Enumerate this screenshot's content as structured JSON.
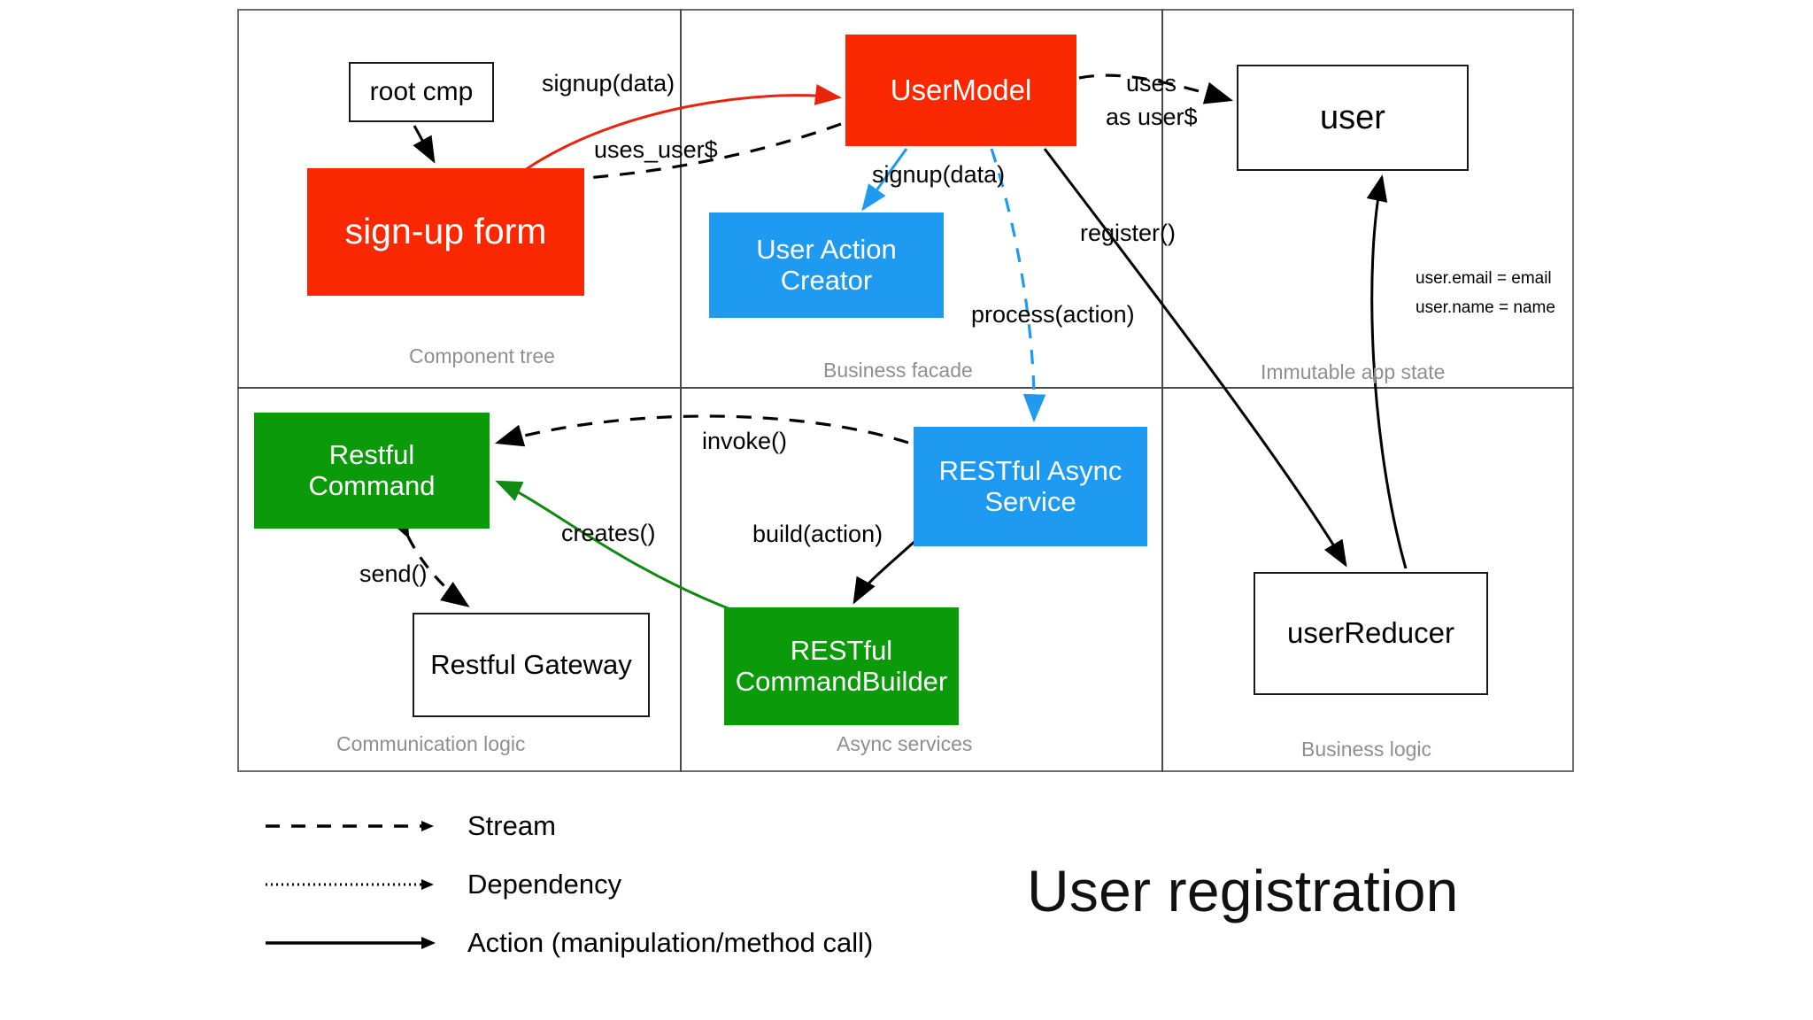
{
  "diagram": {
    "title": "User registration",
    "quadrants": [
      {
        "id": "component-tree",
        "label": "Component tree"
      },
      {
        "id": "business-facade",
        "label": "Business facade"
      },
      {
        "id": "immutable-state",
        "label": "Immutable app state"
      },
      {
        "id": "communication",
        "label": "Communication logic"
      },
      {
        "id": "async-services",
        "label": "Async services"
      },
      {
        "id": "business-logic",
        "label": "Business logic"
      }
    ],
    "nodes": [
      {
        "id": "root-cmp",
        "label": "root cmp",
        "style": "plain",
        "color": "#ffffff"
      },
      {
        "id": "signup-form",
        "label": "sign-up form",
        "style": "red",
        "color": "#fa2800"
      },
      {
        "id": "usermodel",
        "label": "UserModel",
        "style": "red",
        "color": "#fa2800"
      },
      {
        "id": "user-action-creator",
        "label": "User Action\nCreator",
        "style": "blue",
        "color": "#1e9bf0"
      },
      {
        "id": "user",
        "label": "user",
        "style": "plain",
        "color": "#ffffff"
      },
      {
        "id": "restful-command",
        "label": "Restful\nCommand",
        "style": "green",
        "color": "#0a9a0a"
      },
      {
        "id": "restful-gateway",
        "label": "Restful Gateway",
        "style": "plain",
        "color": "#ffffff"
      },
      {
        "id": "restful-async-service",
        "label": "RESTful Async\nService",
        "style": "blue",
        "color": "#1e9bf0"
      },
      {
        "id": "restful-command-builder",
        "label": "RESTful\nCommandBuilder",
        "style": "green",
        "color": "#0a9a0a"
      },
      {
        "id": "user-reducer",
        "label": "userReducer",
        "style": "plain",
        "color": "#ffffff"
      }
    ],
    "edges": [
      {
        "id": "signup-top",
        "label": "signup(data)",
        "from": "signup-form",
        "to": "usermodel",
        "kind": "action",
        "color": "#e8240c"
      },
      {
        "id": "uses-user",
        "label": "uses_user$",
        "from": "usermodel",
        "to": "signup-form",
        "kind": "stream",
        "color": "#000000"
      },
      {
        "id": "uses-as",
        "label": "uses",
        "from": "usermodel",
        "to": "user",
        "kind": "stream",
        "color": "#000000"
      },
      {
        "id": "as-user",
        "label": "as user$",
        "from": "usermodel",
        "to": "user",
        "kind": "stream",
        "color": "#000000"
      },
      {
        "id": "signup-mid",
        "label": "signup(data)",
        "from": "usermodel",
        "to": "user-action-creator",
        "kind": "action",
        "color": "#1e9bf0"
      },
      {
        "id": "process",
        "label": "process(action)",
        "from": "usermodel",
        "to": "restful-async-service",
        "kind": "stream",
        "color": "#1e9bf0"
      },
      {
        "id": "register",
        "label": "register()",
        "from": "usermodel",
        "to": "user-reducer",
        "kind": "action",
        "color": "#000000"
      },
      {
        "id": "invoke",
        "label": "invoke()",
        "from": "restful-async-service",
        "to": "restful-command",
        "kind": "stream",
        "color": "#000000"
      },
      {
        "id": "creates",
        "label": "creates()",
        "from": "restful-command-builder",
        "to": "restful-command",
        "kind": "action",
        "color": "#118a11"
      },
      {
        "id": "build",
        "label": "build(action)",
        "from": "restful-async-service",
        "to": "restful-command-builder",
        "kind": "action",
        "color": "#000000"
      },
      {
        "id": "send",
        "label": "send()",
        "from": "restful-command",
        "to": "restful-gateway",
        "kind": "stream",
        "color": "#000000"
      },
      {
        "id": "reduce",
        "label": "",
        "from": "user-reducer",
        "to": "user",
        "kind": "action",
        "color": "#000000"
      }
    ],
    "annotations": [
      {
        "id": "assign-email",
        "text": "user.email = email"
      },
      {
        "id": "assign-name",
        "text": "user.name = name"
      }
    ],
    "legend": [
      {
        "id": "stream",
        "label": "Stream",
        "line": "dashed"
      },
      {
        "id": "dependency",
        "label": "Dependency",
        "line": "dotted"
      },
      {
        "id": "action",
        "label": "Action (manipulation/method call)",
        "line": "solid"
      }
    ]
  }
}
